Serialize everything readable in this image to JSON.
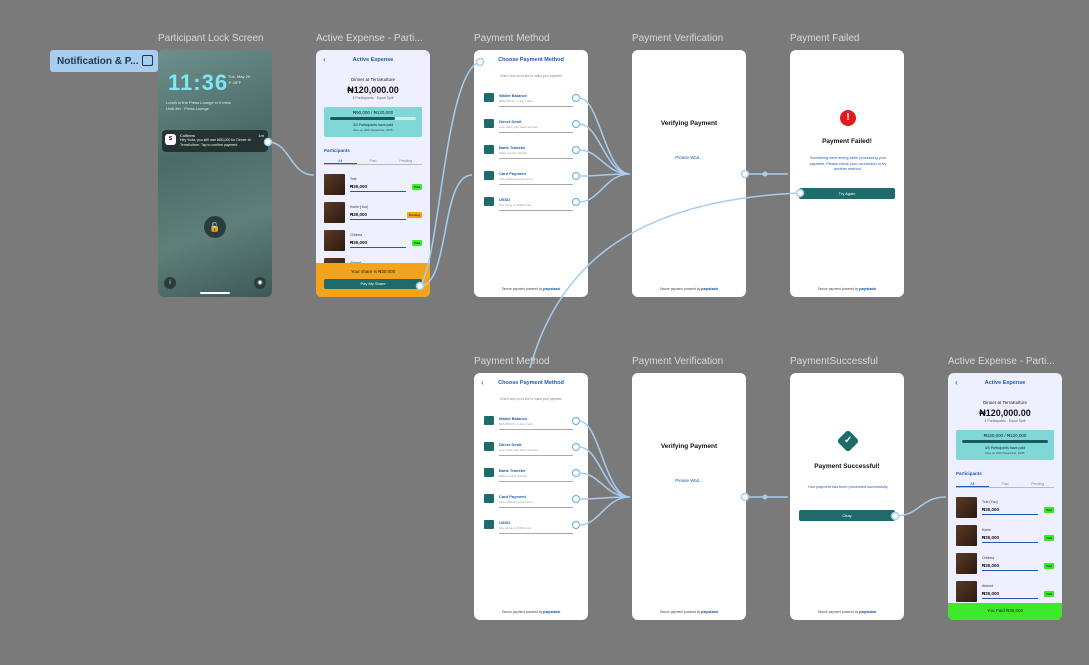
{
  "section_tag": "Notification & P...",
  "titles": {
    "lock": "Participant Lock Screen",
    "active1": "Active Expense - Parti...",
    "pm1": "Payment Method",
    "verify1": "Payment Verification",
    "failed": "Payment Failed",
    "pm2": "Payment Method",
    "verify2": "Payment Verification",
    "success": "PaymentSuccessful",
    "active2": "Active Expense - Parti..."
  },
  "lock": {
    "clock": "11:36",
    "date": "Tue, May 20",
    "weather": "☀ 28°F",
    "lunch": "Lunch in the Press Lounge in 9 mins",
    "lunch_sub": "Until 4th · Press Lounge",
    "notif_icon": "S",
    "notif_title": "Cofibers",
    "notif_time": "1m",
    "notif_text": "Hey Yuda, you still owe ₦30,000 for Dinner at TerraKulture. Tap to confirm payment."
  },
  "active": {
    "header": "Active Expense",
    "expense_name": "Dinner at TerraKulture",
    "amount": "₦120,000.00",
    "sub": "4 Participants · Equal Split",
    "progress": "₦90,000 / ₦120,000",
    "progress_fraction": 0.75,
    "progress_l1": "3/4 Participants have paid",
    "progress_l2": "Due on 20th November, 2025",
    "participants_h": "Participants",
    "tabs": [
      "All",
      "Paid",
      "Pending"
    ],
    "people": [
      {
        "name": "Tobi",
        "amount": "₦30,000",
        "badge": "Paid",
        "color": "#3ee82a"
      },
      {
        "name": "Kunle (You)",
        "amount": "₦30,000",
        "badge": "Pending",
        "color": "#f3a41a"
      },
      {
        "name": "Chidera",
        "amount": "₦30,000",
        "badge": "Paid",
        "color": "#3ee82a"
      },
      {
        "name": "Ahmed",
        "amount": "",
        "badge": "",
        "color": "#3ee82a"
      }
    ],
    "share_text": "Your share is ₦30,000",
    "share_btn": "Pay My Share"
  },
  "active2": {
    "header": "Active Expense",
    "expense_name": "Dinner at TerraKulture",
    "amount": "₦120,000.00",
    "sub": "4 Participants · Equal Split",
    "progress": "₦120,000 / ₦120,000",
    "progress_fraction": 1.0,
    "progress_l1": "4/4 Participants have paid",
    "progress_l2": "Due on 20th November, 2025",
    "participants_h": "Participants",
    "tabs": [
      "All",
      "Paid",
      "Pending"
    ],
    "people": [
      {
        "name": "Tobi (You)",
        "amount": "₦30,000",
        "badge": "Paid",
        "color": "#3ee82a"
      },
      {
        "name": "Kunle",
        "amount": "₦30,000",
        "badge": "Paid",
        "color": "#3ee82a"
      },
      {
        "name": "Chidera",
        "amount": "₦30,000",
        "badge": "Paid",
        "color": "#3ee82a"
      },
      {
        "name": "Ahmed",
        "amount": "₦30,000",
        "badge": "Paid",
        "color": "#3ee82a"
      }
    ],
    "paid_text": "You Paid ₦30,000"
  },
  "pm": {
    "header": "Choose Payment Method",
    "sub": "Select how you'd like to make your payment",
    "options": [
      {
        "name": "Wallet Balance",
        "desc": "₦45,000.00 · 1 day credit"
      },
      {
        "name": "Direct Debit",
        "desc": "Auto debit your bank account"
      },
      {
        "name": "Bank Transfer",
        "desc": "Make a bank transfer"
      },
      {
        "name": "Card Payment",
        "desc": "Visa, Mastercard & Verve"
      },
      {
        "name": "USSD",
        "desc": "Pay using a USSD code"
      }
    ]
  },
  "footer": {
    "text": "Secure payment powered by",
    "brand": "paystack"
  },
  "verify": {
    "title": "Verifying Payment",
    "wait": "Please Wait..."
  },
  "failed": {
    "icon": "!",
    "title": "Payment Failed!",
    "desc": "Something went wrong while processing your payment. Please check your connection or try another method.",
    "button": "Try Again"
  },
  "success": {
    "icon": "✓",
    "title": "Payment Successful!",
    "desc": "Your payment has been processed successfully.",
    "button": "Okay"
  },
  "colors": {
    "canvas": "#7a7a7a",
    "teal": "#1f6b6b",
    "blue": "#1e5bb0",
    "connector": "#a7cdef",
    "error": "#e01b1b"
  }
}
